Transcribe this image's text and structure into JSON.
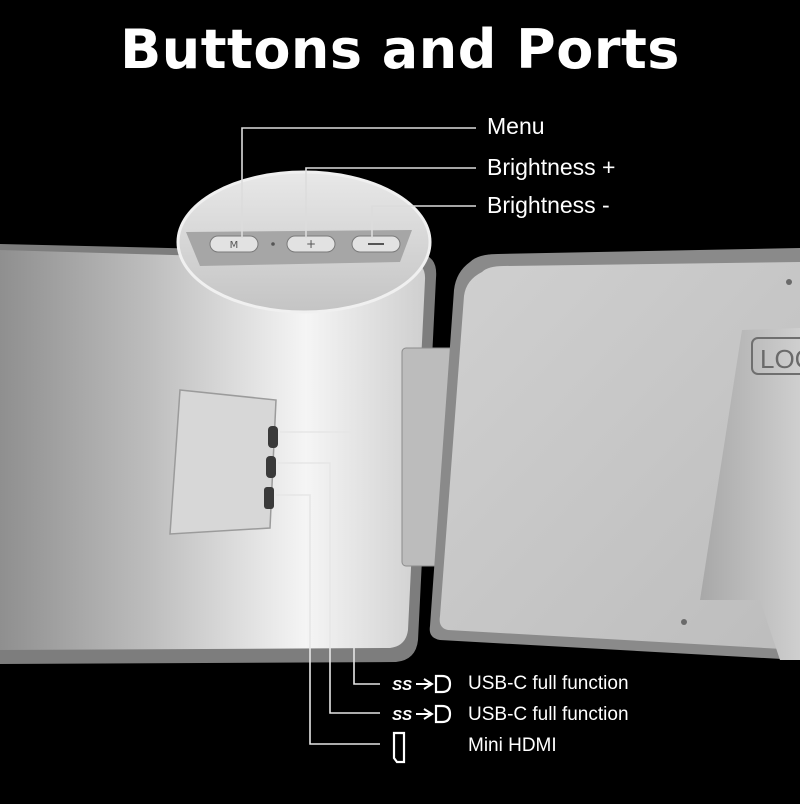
{
  "title": "Buttons and Ports",
  "buttons": [
    {
      "label": "Menu"
    },
    {
      "label": "Brightness +"
    },
    {
      "label": "Brightness -"
    }
  ],
  "ports": [
    {
      "label": "USB-C full function",
      "icon": "ss-usb-displayport-icon",
      "icon_text": "SS"
    },
    {
      "label": "USB-C full function",
      "icon": "ss-usb-displayport-icon",
      "icon_text": "SS"
    },
    {
      "label": "Mini HDMI",
      "icon": "mini-hdmi-icon"
    }
  ],
  "logo_text": "LOGO",
  "colors": {
    "background": "#000000",
    "text": "#ffffff",
    "panel": "#c9c9c9",
    "frame": "#9a9a9a"
  }
}
